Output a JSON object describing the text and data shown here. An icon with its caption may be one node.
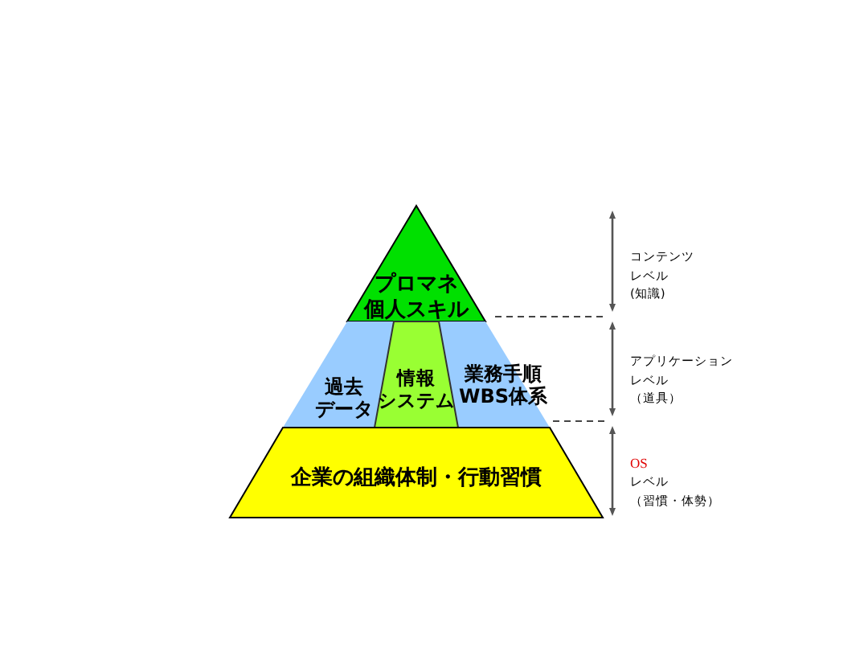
{
  "diagram": {
    "nodes": [
      {
        "text": [
          "プロマネ個人スキル"
        ]
      },
      {
        "text": [
          "過去データ",
          "業務手順WBS体系"
        ]
      },
      {
        "text": [
          "情報システム"
        ],
        "in": 1
      },
      {
        "text": [
          "企業の組織体制・行動習慣"
        ]
      }
    ],
    "labels": [
      "コンテンツレベル(知識)",
      "アプリケーションレベル（道具）",
      "OS",
      "レベル（習慣・体勢）"
    ]
  }
}
